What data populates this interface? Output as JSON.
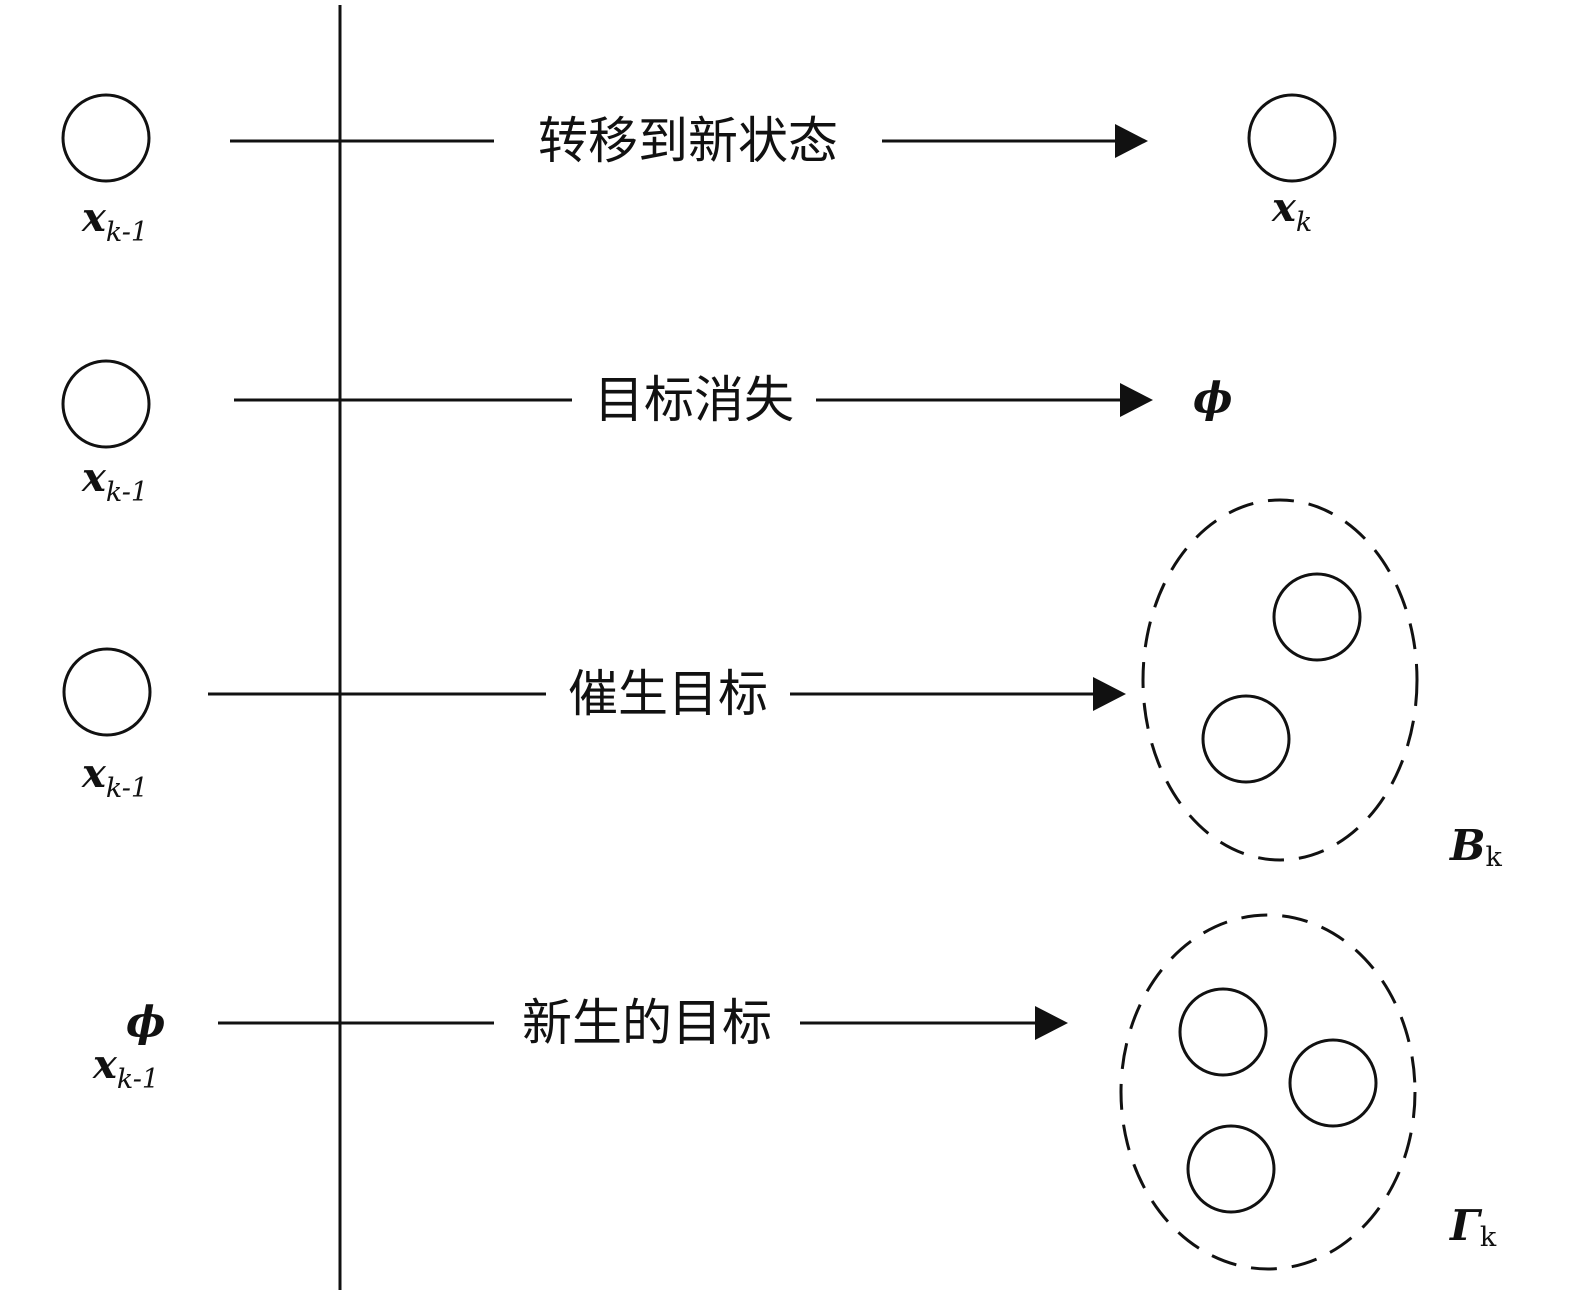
{
  "transitions": [
    {
      "label": "转移到新状态",
      "source_symbol": "",
      "source_var": "x",
      "source_sub": "k-1",
      "target_var": "x",
      "target_sub": "k"
    },
    {
      "label": "目标消失",
      "source_symbol": "",
      "source_var": "x",
      "source_sub": "k-1",
      "target_symbol": "ϕ"
    },
    {
      "label": "催生目标",
      "source_symbol": "",
      "source_var": "x",
      "source_sub": "k-1",
      "target_set": "B",
      "target_set_sub": "k"
    },
    {
      "label": "新生的目标",
      "source_symbol": "ϕ",
      "source_var": "x",
      "source_sub": "k-1",
      "target_set": "Γ",
      "target_set_sub": "k"
    }
  ],
  "colors": {
    "ink": "#111111",
    "background": "#ffffff"
  }
}
